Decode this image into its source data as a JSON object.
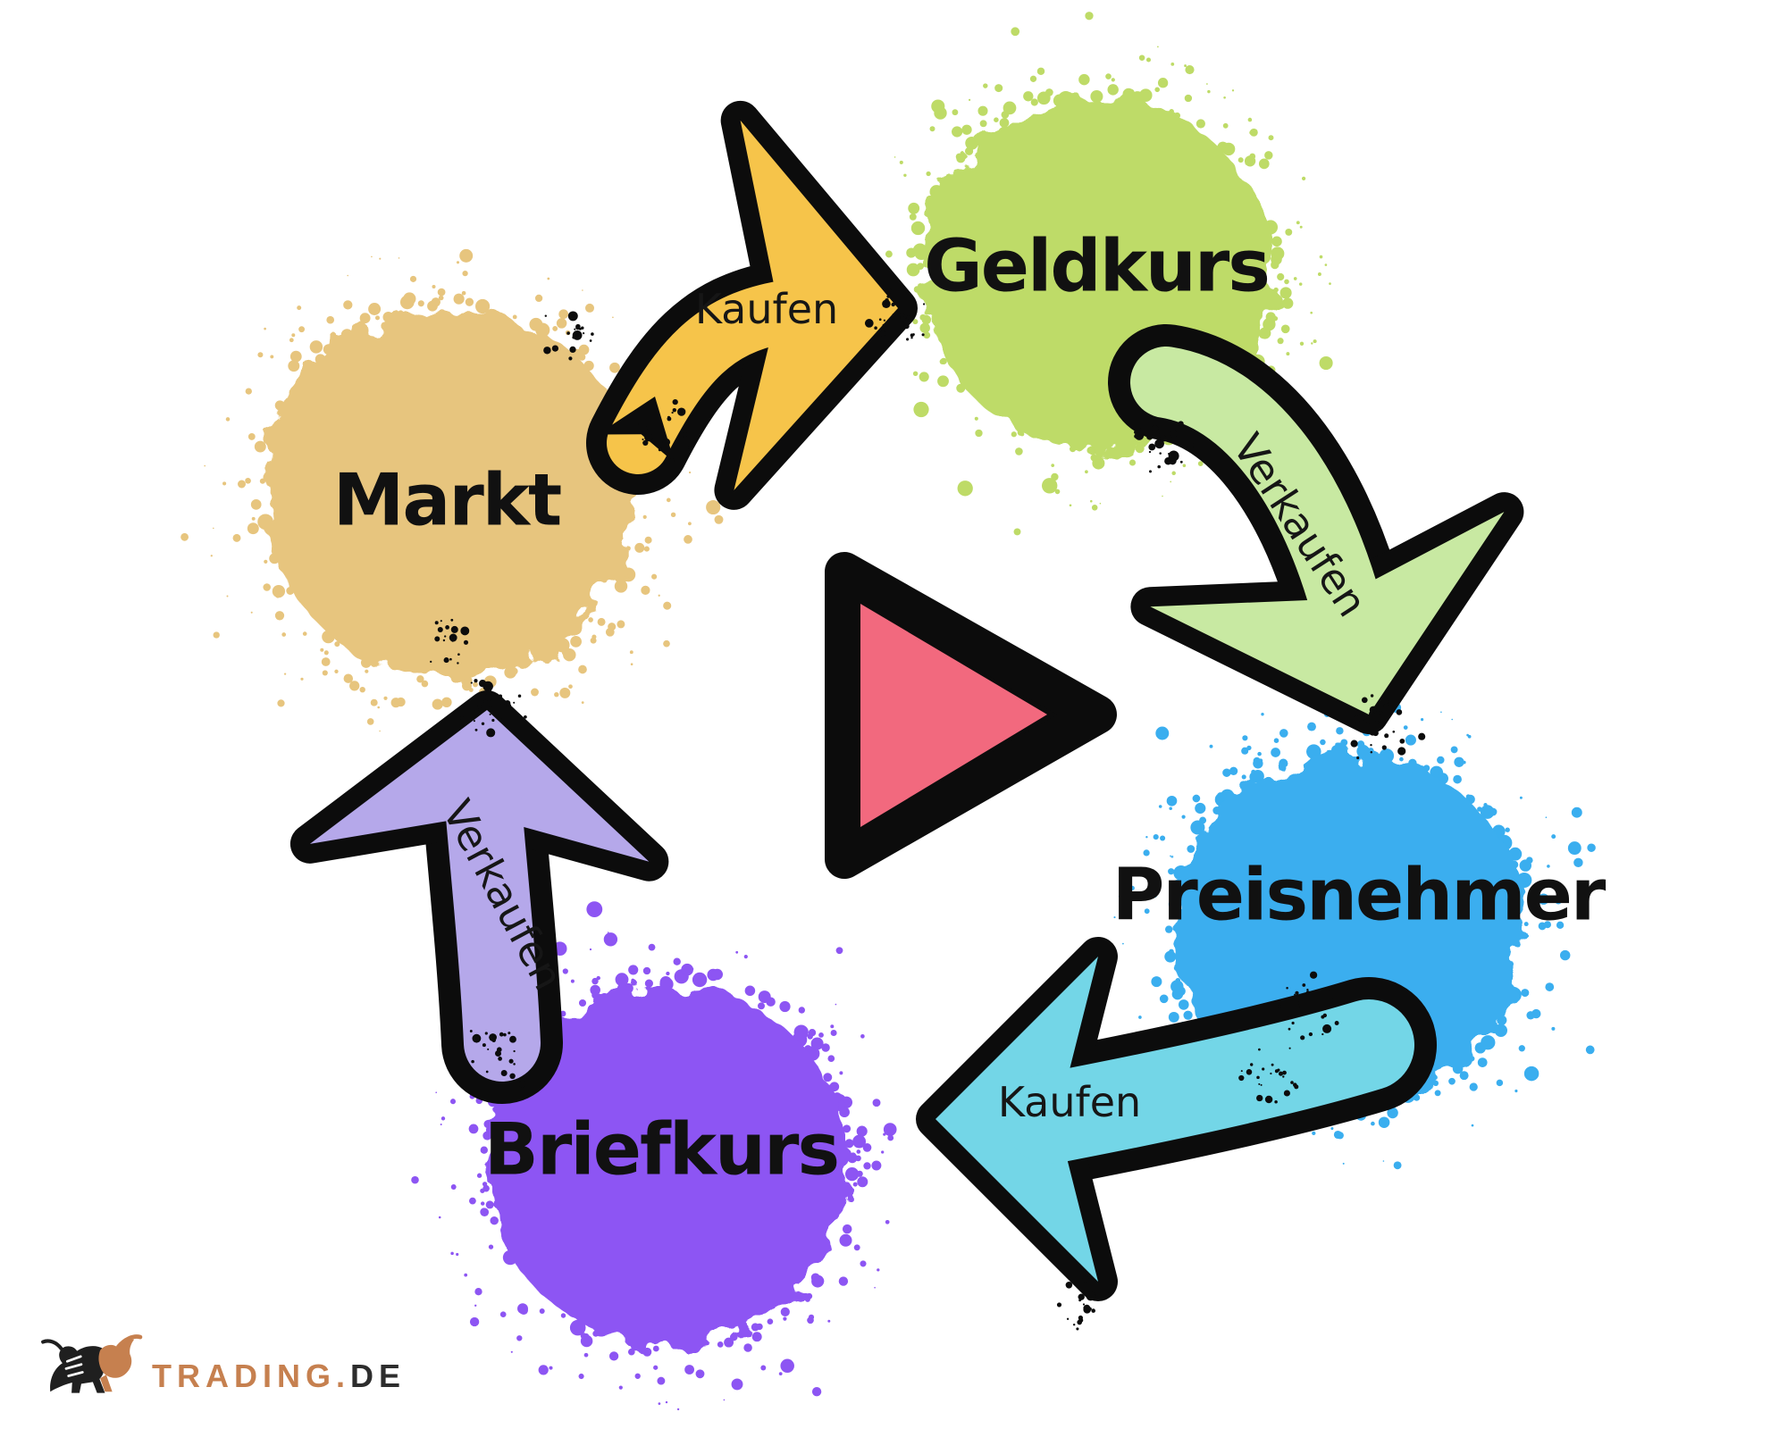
{
  "nodes": [
    {
      "id": "markt",
      "label": "Markt",
      "color": "#E7C57E"
    },
    {
      "id": "geldkurs",
      "label": "Geldkurs",
      "color": "#BEDB67"
    },
    {
      "id": "preisnehmer",
      "label": "Preisnehmer",
      "color": "#3AAEEF"
    },
    {
      "id": "briefkurs",
      "label": "Briefkurs",
      "color": "#8D55F3"
    }
  ],
  "edges": [
    {
      "id": "markt-to-geldkurs",
      "from": "Markt",
      "to": "Geldkurs",
      "label": "Kaufen",
      "color": "#F6C44A"
    },
    {
      "id": "geldkurs-to-preisnehmer",
      "from": "Geldkurs",
      "to": "Preisnehmer",
      "label": "Verkaufen",
      "color": "#C8E9A2"
    },
    {
      "id": "preisnehmer-to-briefkurs",
      "from": "Preisnehmer",
      "to": "Briefkurs",
      "label": "Kaufen",
      "color": "#73D6E7"
    },
    {
      "id": "briefkurs-to-markt",
      "from": "Briefkurs",
      "to": "Markt",
      "label": "Verkaufen",
      "color": "#B5A8EA"
    }
  ],
  "center": {
    "icon": "play-triangle",
    "color": "#F2697E"
  },
  "logo": {
    "brand": "TRADING",
    "dot": ".",
    "tld": "DE",
    "brand_color": "#C6804F",
    "tld_color": "#2D2D2D"
  },
  "colors": {
    "background": "#FFFFFF",
    "outline": "#0C0C0C"
  }
}
